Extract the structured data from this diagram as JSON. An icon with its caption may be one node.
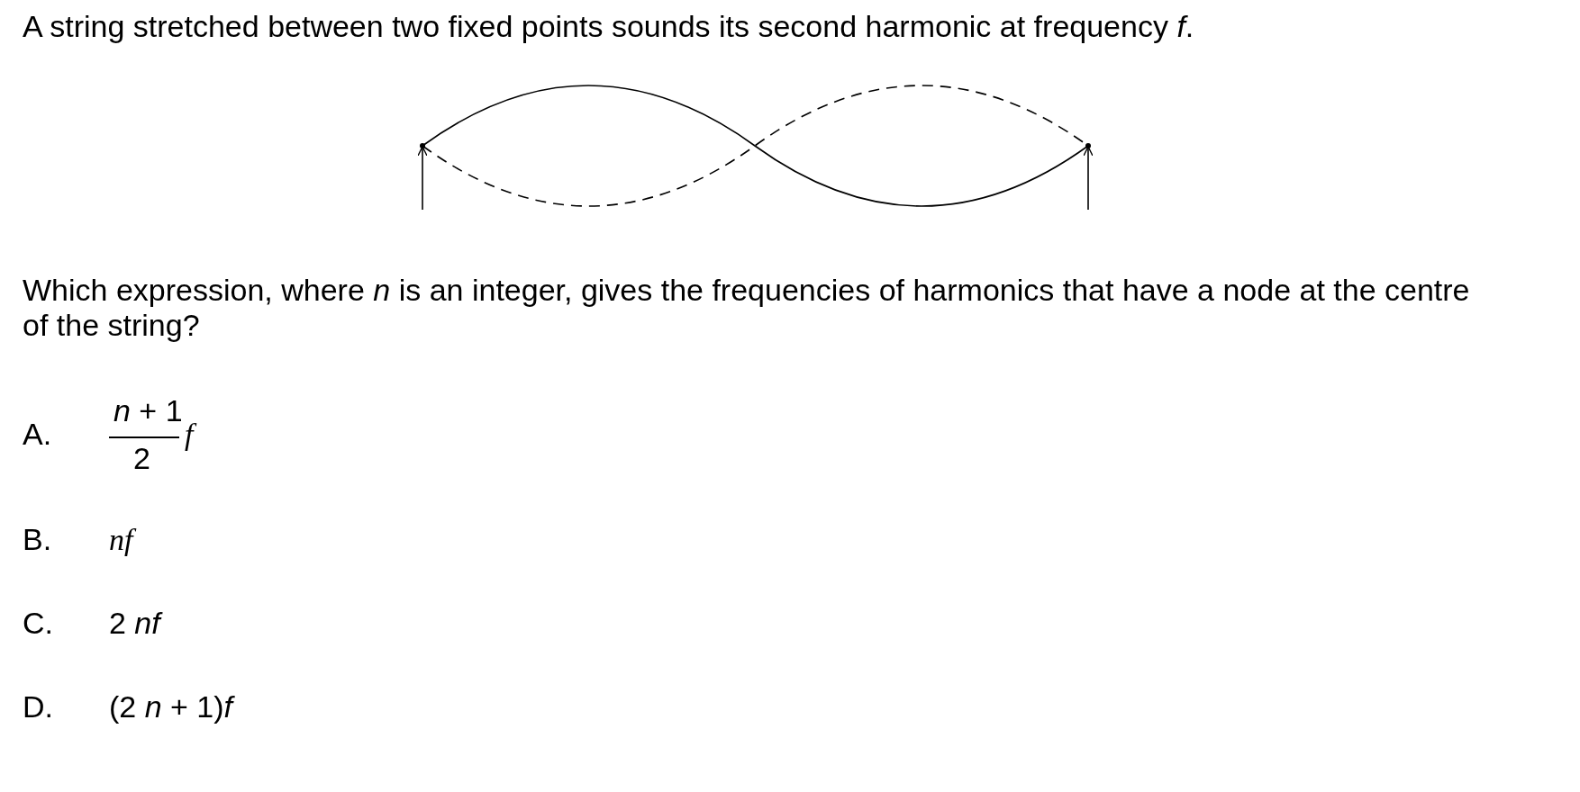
{
  "diagram": {
    "labels": [
      "A string stretched between two fixed points sounds its second harmonic at frequency *f*.",
      "Which expression, where *n* is an integer, gives the frequencies of harmonics that have a node at the centre of the string?",
      "A.",
      "*n* + 1",
      "2",
      "f",
      "B.",
      "nf",
      "C.",
      "2 *nf*",
      "D.",
      "(2 *n* + 1)*f*"
    ]
  }
}
